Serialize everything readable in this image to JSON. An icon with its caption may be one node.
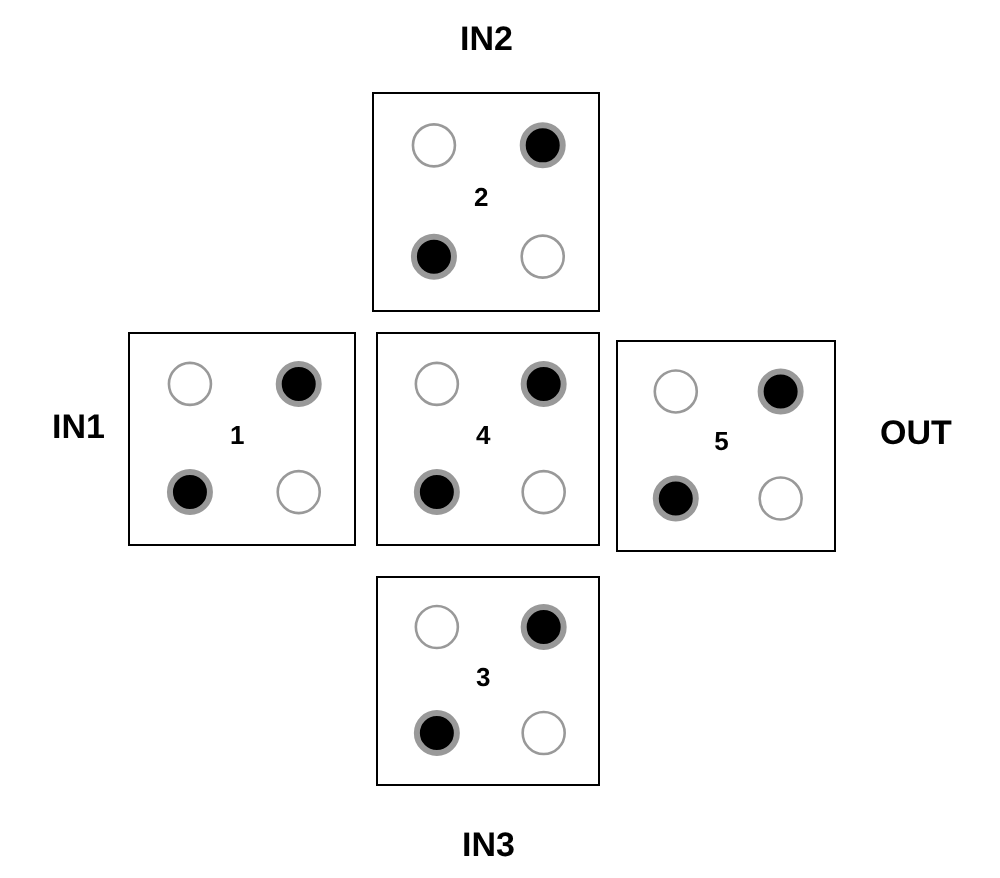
{
  "diagram": {
    "nodes": [
      {
        "text": [
          "2"
        ],
        "beside": [
          "IN2"
        ]
      },
      {
        "text": [
          "1"
        ],
        "beside": [
          "IN1"
        ]
      },
      {
        "text": [
          "4"
        ]
      },
      {
        "text": [
          "5"
        ],
        "beside": [
          "OUT"
        ]
      },
      {
        "text": [
          "3"
        ],
        "beside": [
          "IN3"
        ]
      }
    ]
  }
}
